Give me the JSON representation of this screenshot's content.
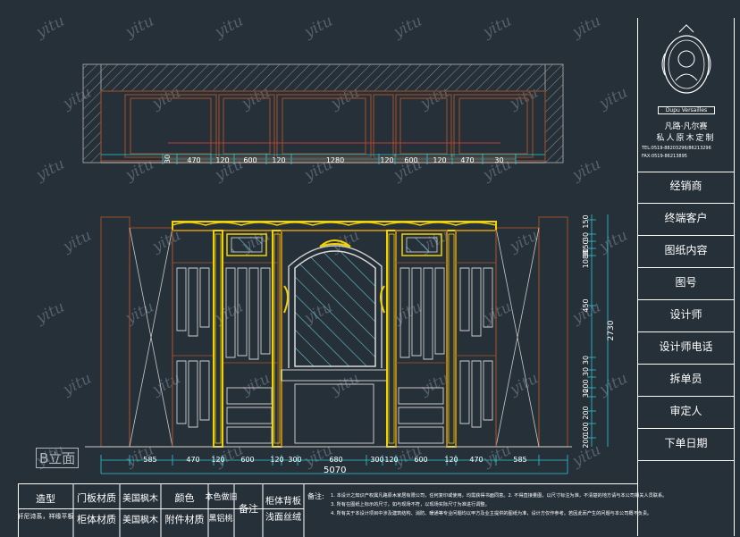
{
  "watermark": "yitu",
  "plan_dimensions": [
    "30",
    "470",
    "120",
    "600",
    "120",
    "1280",
    "120",
    "600",
    "120",
    "470",
    "30"
  ],
  "elevation_dimensions": [
    "585",
    "470",
    "120",
    "600",
    "120",
    "300",
    "680",
    "300",
    "120",
    "600",
    "120",
    "470",
    "585"
  ],
  "total_width": "5070",
  "right_dimensions": [
    "150",
    "30",
    "150",
    "30",
    "1088",
    "450",
    "30",
    "30",
    "200",
    "30",
    "200",
    "100",
    "200"
  ],
  "height_total": "2730",
  "view_label": "B立面",
  "brand": {
    "logo_text": "Dupu Versailles",
    "name": "凡路·凡尔赛",
    "slogan": "私人原木定制",
    "tel": "TEL:0519-88203296/86213296",
    "fax": "FAX:0519-86213895"
  },
  "sidebar_fields": [
    "经销商",
    "终端客户",
    "图纸内容",
    "图号",
    "设计师",
    "设计师电话",
    "拆单员",
    "审定人",
    "下单日期"
  ],
  "title_block": {
    "style_label": "造型",
    "style_value": "轩尼诗系，祥缘平板",
    "door_material_label": "门板材质",
    "door_material_value": "美国枫木",
    "color_label": "颜色",
    "color_value": "本色做旧",
    "cabinet_material_label": "柜体材质",
    "cabinet_material_value": "美国枫木",
    "hardware_label": "附件材质",
    "hardware_value": "黑铝桃",
    "remarks_label": "备注",
    "back_panel_label": "柜体背板",
    "back_panel_value": "浅面丝绒",
    "notes_label": "备注:",
    "notes": [
      "1. 本设计之知识产权属凡路原木家居有限公司，任何复印或使用，均需获得书面同意。2. 不得直接量图，以尺寸标注为准，不清楚的地方请与本公司相关人员联系。",
      "3. 所有在图纸上标示的尺寸，如与现场不符，以现场实际尺寸为准进行调整。",
      "4. 所有关于本设计项目中涉及建筑结构、消防、暖通等专业问题均以甲方及业主提供的图纸为准，设计方仅作参考。若因此而产生的问题与本公司概不负责。"
    ]
  }
}
